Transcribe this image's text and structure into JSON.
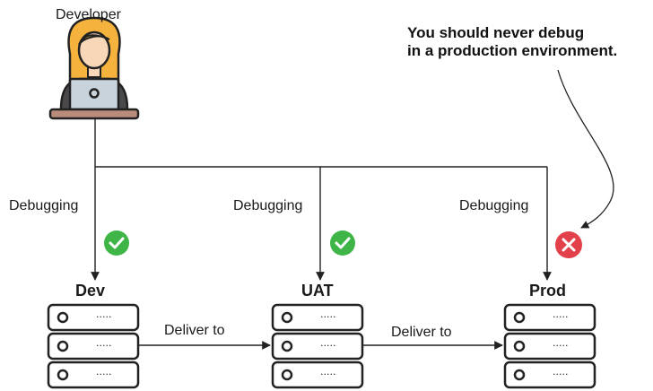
{
  "developer": {
    "label": "Developer",
    "icon": "developer-icon"
  },
  "note": {
    "line1": "You should never debug",
    "line2": "in a production environment."
  },
  "debug_label": "Debugging",
  "deliver_label": "Deliver to",
  "environments": [
    {
      "name": "Dev",
      "status": "allowed",
      "status_icon": "check-icon"
    },
    {
      "name": "UAT",
      "status": "allowed",
      "status_icon": "check-icon"
    },
    {
      "name": "Prod",
      "status": "forbidden",
      "status_icon": "cross-icon"
    }
  ],
  "colors": {
    "allowed": "#3fb548",
    "forbidden": "#e2404a",
    "line": "#222222",
    "skin": "#f8d7b9",
    "hair": "#f5b33e",
    "laptop": "#c9d3dc",
    "desk": "#b98b7b"
  }
}
